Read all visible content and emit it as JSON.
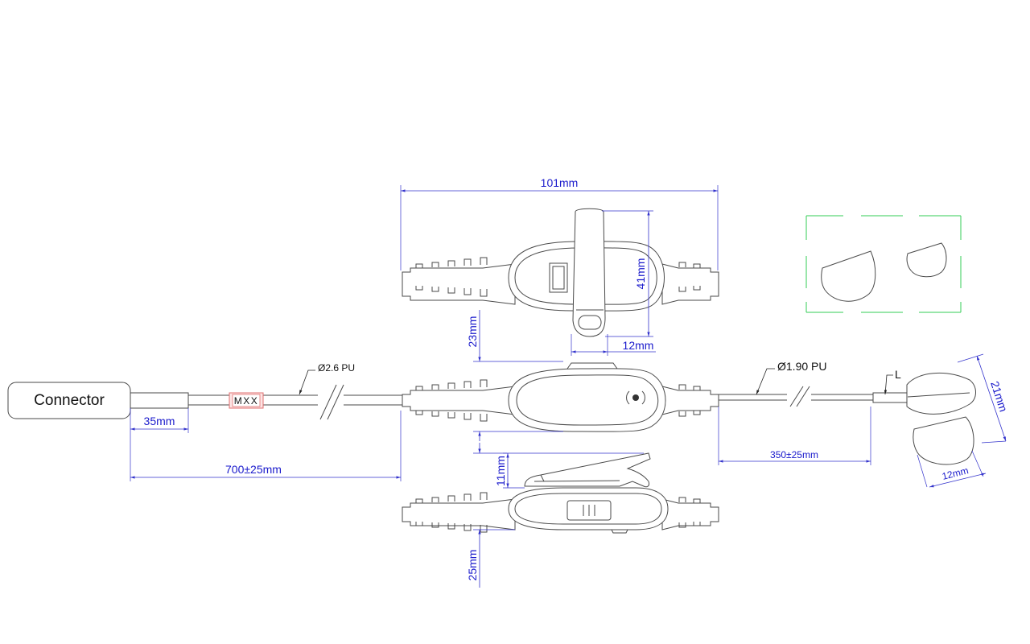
{
  "labels": {
    "connector": "Connector",
    "marker": "MXX",
    "cable_left": "Ø2.6 PU",
    "cable_right": "Ø1.90 PU",
    "lead_mark": "L"
  },
  "dimensions": {
    "overall_width": "101mm",
    "clip_height": "41mm",
    "clip_width": "12mm",
    "body_height_top": "23mm",
    "body_height_bottom": "25mm",
    "clip_side": "11mm",
    "connector_tail": "35mm",
    "left_cable_length": "700±25mm",
    "right_cable_length": "350±25mm",
    "sensor_height": "21mm",
    "sensor_width": "12mm"
  }
}
